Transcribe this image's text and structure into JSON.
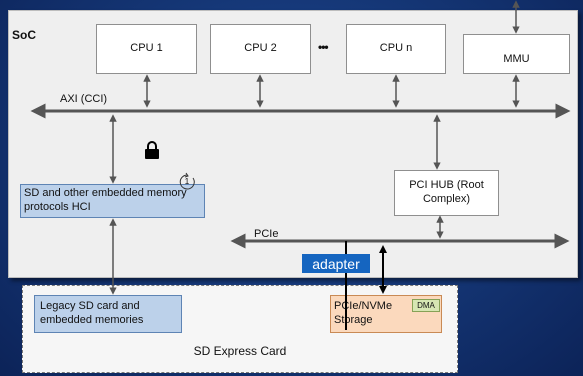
{
  "soc": {
    "label": "SoC"
  },
  "cpus": [
    "CPU 1",
    "CPU 2",
    "CPU n"
  ],
  "ellipsis": "•••",
  "mmu": {
    "label": "MMU"
  },
  "bus": {
    "axi_label": "AXI (CCI)",
    "pcie_label": "PCIe"
  },
  "hci": {
    "label": "SD and other embedded memory protocols HCI",
    "badge": "1"
  },
  "pci_hub": {
    "label": "PCI HUB (Root Complex)"
  },
  "adapter": {
    "label": "adapter"
  },
  "card": {
    "title": "SD Express Card",
    "legacy": "Legacy SD card and embedded memories",
    "storage": "PCIe/NVMe Storage",
    "dma": "DMA"
  },
  "icons": {
    "lock": "lock-icon",
    "cycle": "cycle-badge-icon"
  },
  "colors": {
    "background": "#16397a",
    "hci_fill": "#bcd1ea",
    "storage_fill": "#fbd9bd",
    "dma_fill": "#d6e6b3",
    "adapter_fill": "#1565c0",
    "bus": "#555555"
  }
}
